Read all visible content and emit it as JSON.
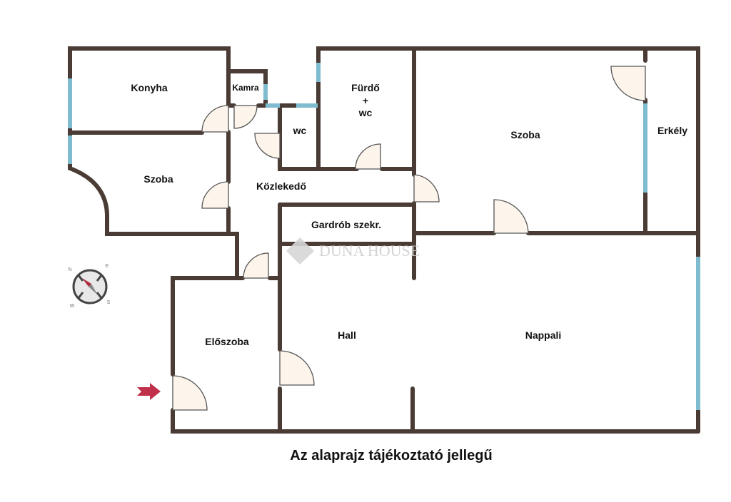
{
  "rooms": {
    "konyha": "Konyha",
    "kamra": "Kamra",
    "furdo_line1": "Fürdő",
    "furdo_line2": "+",
    "furdo_line3": "wc",
    "wc": "wc",
    "szoba_left": "Szoba",
    "szoba_right": "Szoba",
    "erkely": "Erkély",
    "kozlekedo": "Közlekedő",
    "gardrob": "Gardrób szekr.",
    "eloszoba": "Előszoba",
    "hall": "Hall",
    "nappali": "Nappali"
  },
  "watermark": "DUNA HOUSE",
  "compass": {
    "n": "N",
    "e": "E",
    "s": "S",
    "w": "W"
  },
  "caption": "Az alaprajz tájékoztató jellegű",
  "colors": {
    "wall": "#4a3b34",
    "window": "#7fbcd0",
    "door_fill": "#fdf5ec",
    "entry_arrow": "#c0304a"
  }
}
